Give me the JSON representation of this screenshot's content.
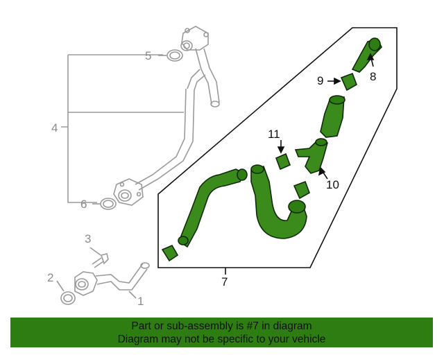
{
  "callouts": {
    "c1": "1",
    "c2": "2",
    "c3": "3",
    "c4": "4",
    "c5": "5",
    "c6": "6",
    "c7": "7",
    "c8": "8",
    "c9": "9",
    "c10": "10",
    "c11": "11"
  },
  "banner": {
    "line1": "Part or sub-assembly is #7 in diagram",
    "line2": "Diagram may not be specific to your vehicle"
  },
  "colors": {
    "highlight_green": "#2e7d12",
    "hose_green": "#3a8a1c",
    "line_grey": "#9a9a9a",
    "ink": "#111111"
  }
}
